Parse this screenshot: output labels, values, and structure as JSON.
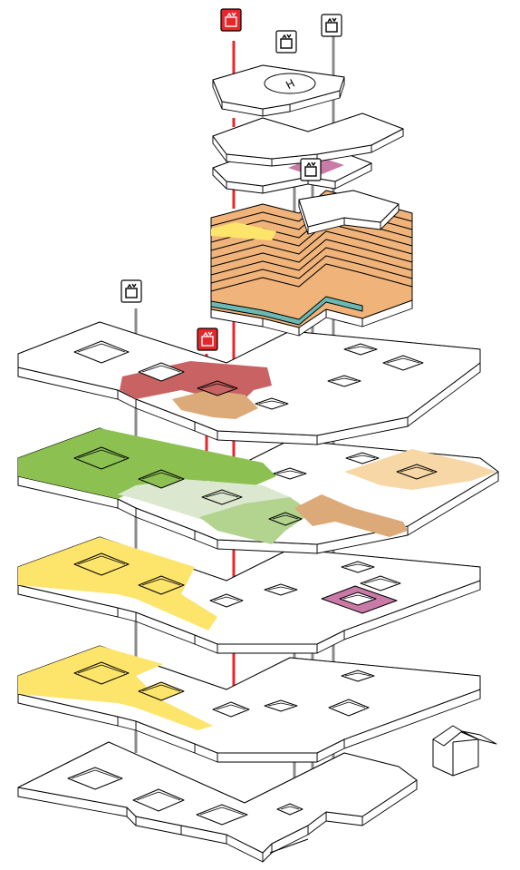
{
  "diagram": {
    "kind": "exploded axonometric floor stack",
    "levels": [
      {
        "id": "roof-helipad",
        "markings": [
          "helipad"
        ]
      },
      {
        "id": "upper-floor-a"
      },
      {
        "id": "upper-floor-b",
        "zones": [
          "pink"
        ]
      },
      {
        "id": "tower-block",
        "slab_count": 10,
        "zones": [
          "orange",
          "yellow",
          "teal"
        ]
      },
      {
        "id": "level-4",
        "zones": [
          "red",
          "tan"
        ]
      },
      {
        "id": "level-3",
        "zones": [
          "green",
          "light-green",
          "mid-green",
          "light-orange",
          "tan"
        ]
      },
      {
        "id": "level-2",
        "zones": [
          "yellow",
          "pink"
        ]
      },
      {
        "id": "level-1",
        "zones": [
          "yellow"
        ]
      },
      {
        "id": "ground-level"
      }
    ],
    "lift_icons": [
      {
        "id": "lift-red-top",
        "style": "red"
      },
      {
        "id": "lift-white-top-1",
        "style": "white"
      },
      {
        "id": "lift-white-top-2",
        "style": "white"
      },
      {
        "id": "lift-white-mid",
        "style": "white"
      },
      {
        "id": "lift-white-left",
        "style": "white"
      },
      {
        "id": "lift-red-mid",
        "style": "red"
      }
    ],
    "helipad_mark": "H",
    "legend_items": []
  },
  "colors": {
    "red": "#e8262a",
    "pink": "#c97aa6",
    "green": "#8cc152",
    "light_green": "#dbe8cf",
    "mid_green": "#b2d48f",
    "yellow": "#fde46b",
    "orange": "#f0b47a",
    "tan": "#dcaa78",
    "light_orange": "#f8d7a6",
    "teal": "#6bb9b4",
    "dark_red": "#c96262",
    "line": "#000000",
    "core": "#8a8a8a"
  }
}
